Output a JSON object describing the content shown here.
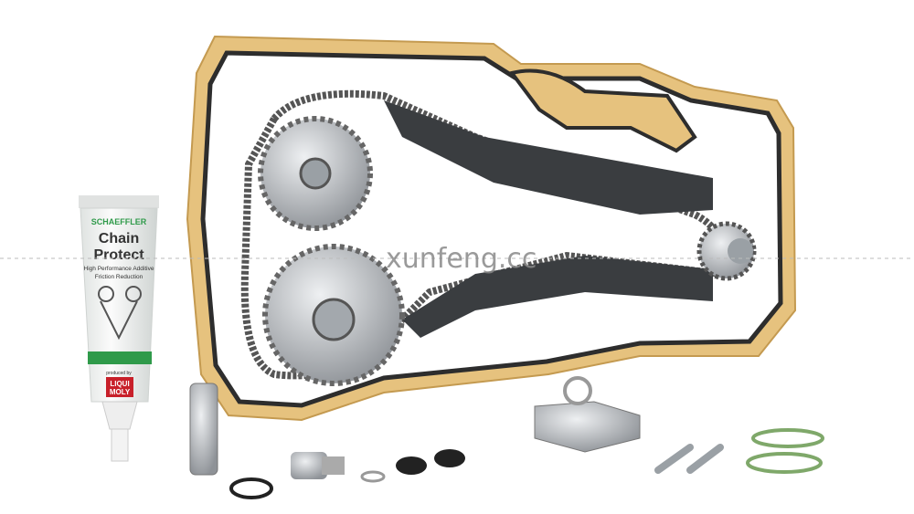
{
  "watermark": "xunfeng.cc",
  "tube": {
    "brand": "SCHAEFFLER",
    "title_line1": "Chain",
    "title_line2": "Protect",
    "subtitle_line1": "High Performance Additive",
    "subtitle_line2": "Friction Reduction",
    "produced_by": "produced by",
    "maker_line1": "LIQUI",
    "maker_line2": "MOLY"
  },
  "colors": {
    "gasket": "#e6c27e",
    "gasket_edge": "#2d2d2d",
    "metal": "#b9bcc0",
    "guide": "#3a3d40",
    "tube_green": "#2f9a4a",
    "oring": "#7fa86a",
    "liqui_red": "#c8202a"
  }
}
